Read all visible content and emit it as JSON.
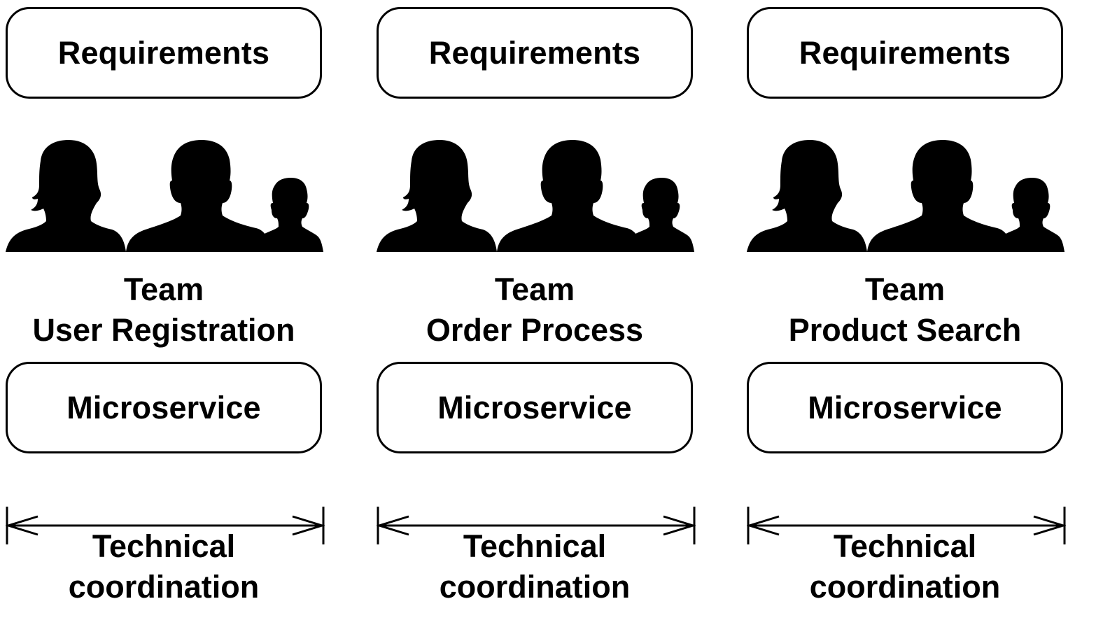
{
  "columns": [
    {
      "requirements": "Requirements",
      "team_line1": "Team",
      "team_line2": "User Registration",
      "microservice": "Microservice",
      "coordination_line1": "Technical",
      "coordination_line2": "coordination"
    },
    {
      "requirements": "Requirements",
      "team_line1": "Team",
      "team_line2": "Order Process",
      "microservice": "Microservice",
      "coordination_line1": "Technical",
      "coordination_line2": "coordination"
    },
    {
      "requirements": "Requirements",
      "team_line1": "Team",
      "team_line2": "Product Search",
      "microservice": "Microservice",
      "coordination_line1": "Technical",
      "coordination_line2": "coordination"
    }
  ],
  "icons": {
    "team": "team-silhouettes-icon",
    "arrow": "double-headed-arrow-icon"
  },
  "colors": {
    "ink": "#000000",
    "background": "#ffffff"
  }
}
